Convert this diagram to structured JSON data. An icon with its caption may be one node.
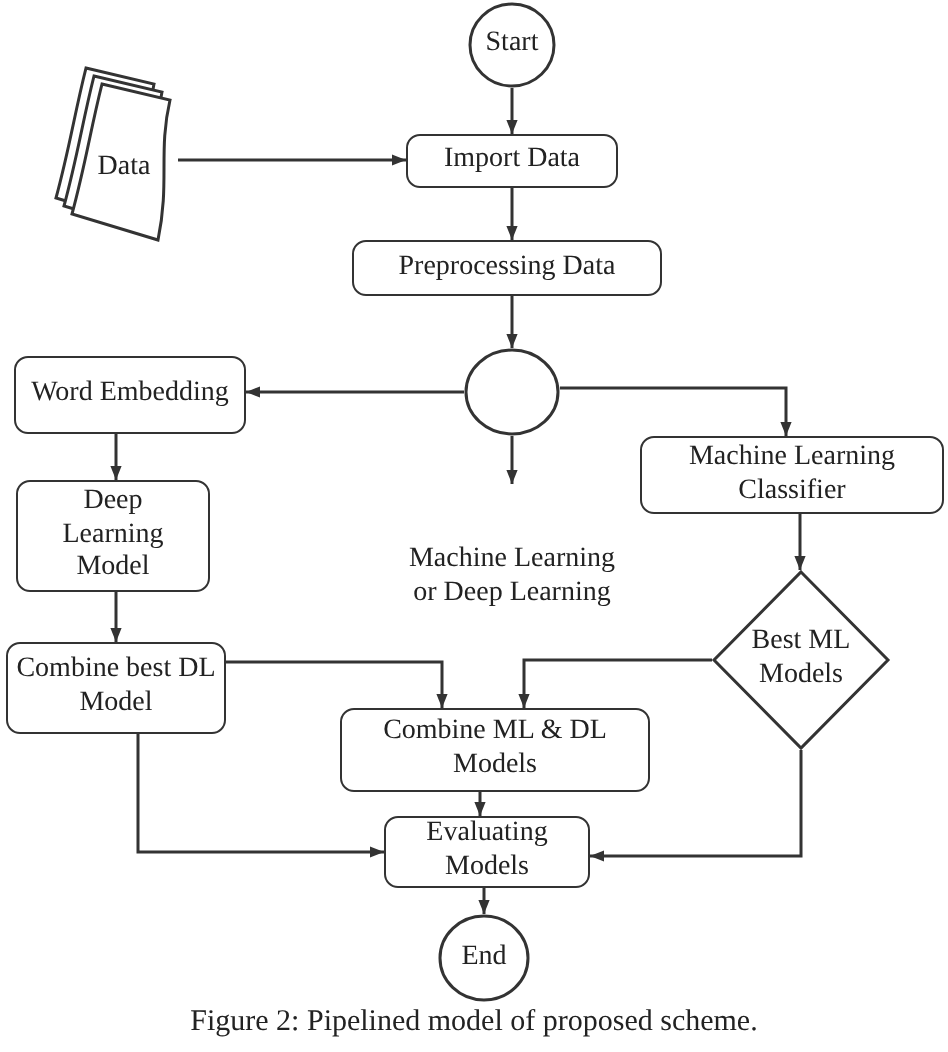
{
  "diagram": {
    "caption": "Figure 2: Pipelined model of proposed scheme.",
    "nodes": [
      {
        "text": [
          "Start"
        ]
      },
      {
        "text": [
          "Data"
        ]
      },
      {
        "text": [
          "Import Data"
        ]
      },
      {
        "text": [
          "Preprocessing Data"
        ]
      },
      {
        "text": [],
        "shape": "circle"
      },
      {
        "text": [
          "Word Embedding"
        ]
      },
      {
        "text": [
          "Deep Learning Model"
        ]
      },
      {
        "text": [
          "Machine Learning Classifier"
        ]
      },
      {
        "text": [
          "Machine Learning or Deep Learning"
        ]
      },
      {
        "text": [
          "Best ML Models"
        ]
      },
      {
        "text": [
          "Combine best DL Model"
        ]
      },
      {
        "text": [
          "Combine ML & DL Models"
        ]
      },
      {
        "text": [
          "Evaluating Models"
        ]
      },
      {
        "text": [
          "End"
        ]
      }
    ],
    "edges": [
      {
        "from": 0,
        "to": 2,
        "arrow": "to"
      },
      {
        "from": 1,
        "to": 2,
        "arrow": "to"
      },
      {
        "from": 2,
        "to": 3,
        "arrow": "to"
      },
      {
        "from": 3,
        "to": 4,
        "arrow": "to"
      },
      {
        "from": 4,
        "to": 5,
        "arrow": "to"
      },
      {
        "from": 4,
        "to": 7,
        "arrow": "to"
      },
      {
        "from": 4,
        "to": 8,
        "arrow": "to"
      },
      {
        "from": 5,
        "to": 6,
        "arrow": "to"
      },
      {
        "from": 6,
        "to": 10,
        "arrow": "to"
      },
      {
        "from": 7,
        "to": 9,
        "arrow": "to"
      },
      {
        "from": 10,
        "to": 11,
        "arrow": "to"
      },
      {
        "from": 9,
        "to": 11,
        "arrow": "to"
      },
      {
        "from": 10,
        "to": 12,
        "arrow": "to"
      },
      {
        "from": 9,
        "to": 12,
        "arrow": "to"
      },
      {
        "from": 11,
        "to": 12,
        "arrow": "to"
      },
      {
        "from": 12,
        "to": 13,
        "arrow": "to"
      }
    ]
  }
}
